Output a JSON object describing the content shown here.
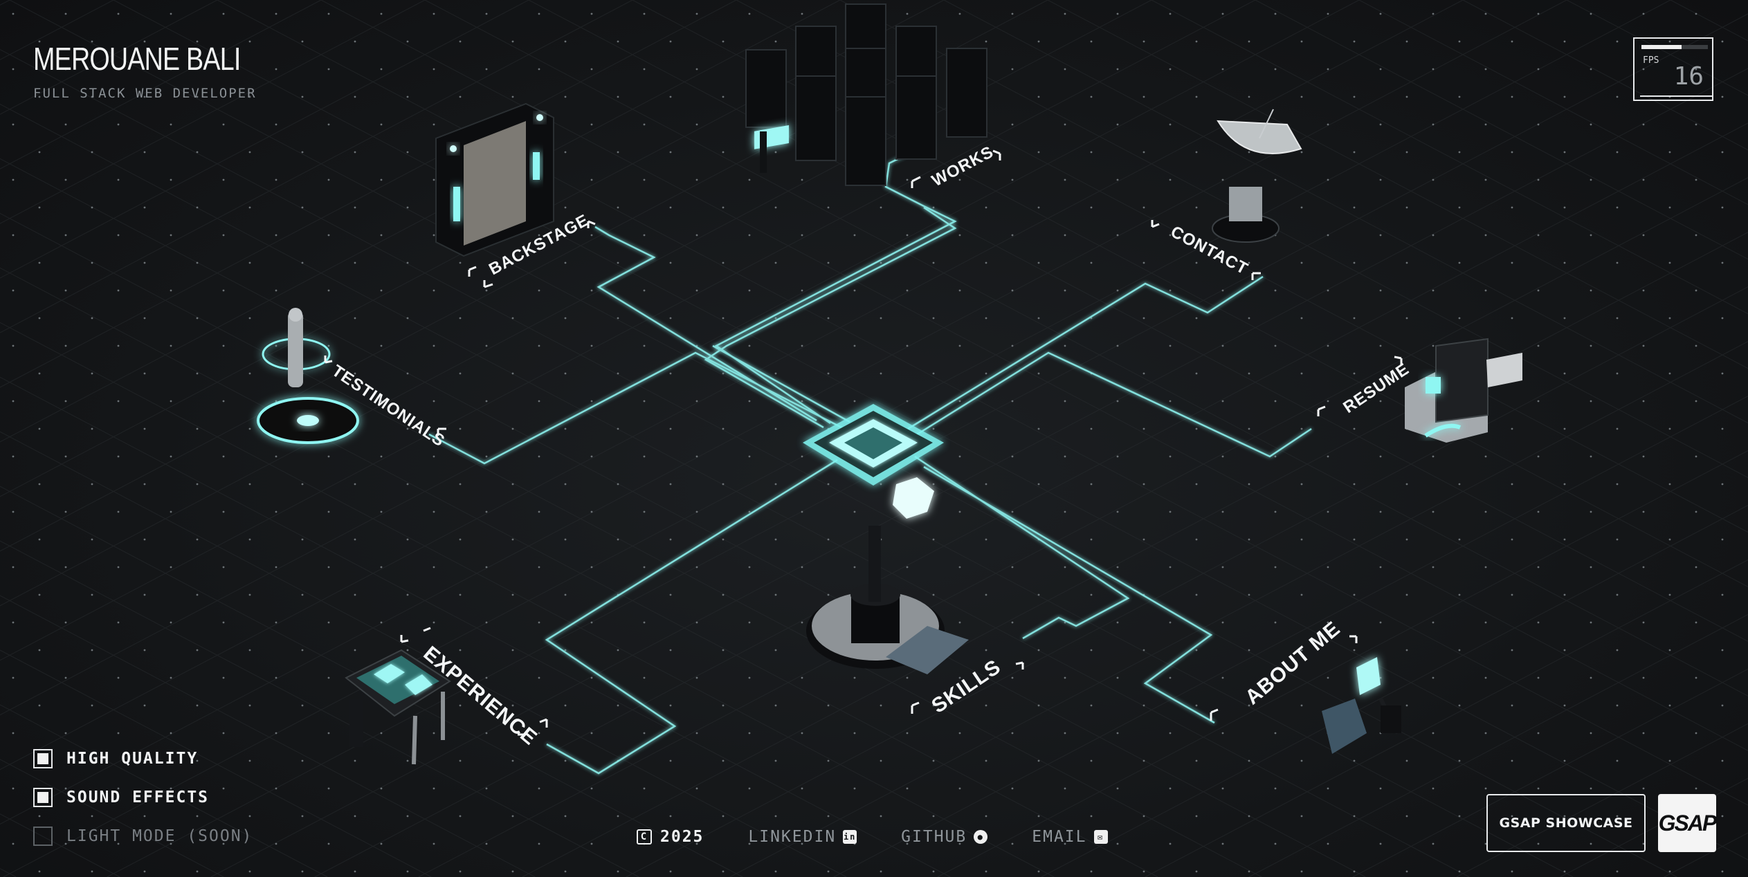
{
  "header": {
    "name": "MEROUANE BALI",
    "subtitle": "FULL STACK WEB DEVELOPER"
  },
  "fps": {
    "label": "FPS",
    "value": "16"
  },
  "nodes": {
    "works": "WORKS",
    "backstage": "BACKSTAGE",
    "contact": "CONTACT",
    "testimonials": "TESTIMONIALS",
    "resume": "RESUME",
    "experience": "EXPERIENCE",
    "skills": "SKILLS",
    "about": "ABOUT ME"
  },
  "settings": [
    {
      "label": "HIGH QUALITY",
      "checked": true
    },
    {
      "label": "SOUND EFFECTS",
      "checked": true
    },
    {
      "label": "LIGHT MODE (SOON)",
      "checked": false
    }
  ],
  "footer": {
    "copyright_year": "2025",
    "linkedin": "LINKEDIN",
    "github": "GITHUB",
    "email": "EMAIL"
  },
  "buttons": {
    "showcase": "GSAP SHOWCASE",
    "gsap_logo": "GSAP"
  },
  "colors": {
    "accent": "#7ff3f0",
    "background": "#141618",
    "text": "#f2f4f5"
  },
  "icons": {
    "copyright": "copyright-icon",
    "linkedin": "linkedin-icon",
    "github": "github-icon",
    "email": "email-icon"
  }
}
